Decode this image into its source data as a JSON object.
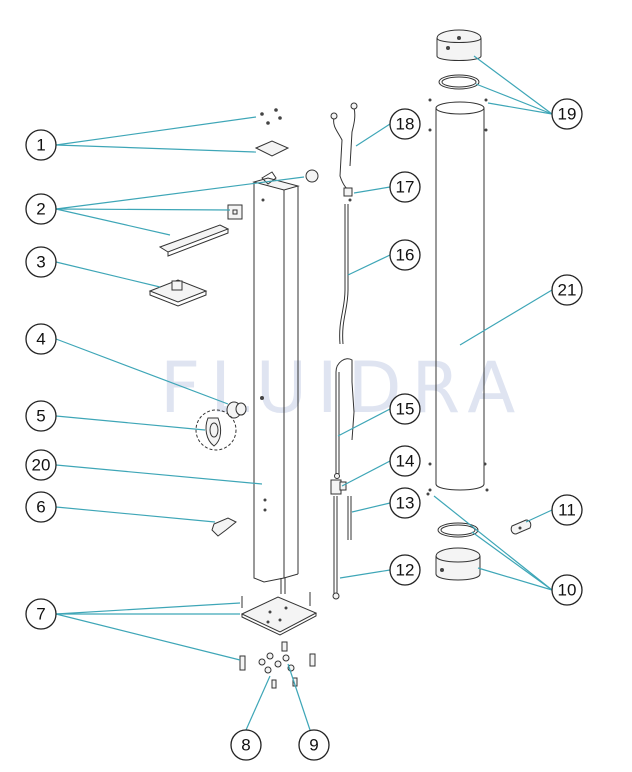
{
  "watermark": "FLUIDRA",
  "callouts": [
    {
      "num": "1"
    },
    {
      "num": "2"
    },
    {
      "num": "3"
    },
    {
      "num": "4"
    },
    {
      "num": "5"
    },
    {
      "num": "20"
    },
    {
      "num": "6"
    },
    {
      "num": "7"
    },
    {
      "num": "8"
    },
    {
      "num": "9"
    },
    {
      "num": "18"
    },
    {
      "num": "17"
    },
    {
      "num": "16"
    },
    {
      "num": "15"
    },
    {
      "num": "14"
    },
    {
      "num": "13"
    },
    {
      "num": "12"
    },
    {
      "num": "19"
    },
    {
      "num": "21"
    },
    {
      "num": "11"
    },
    {
      "num": "10"
    }
  ]
}
